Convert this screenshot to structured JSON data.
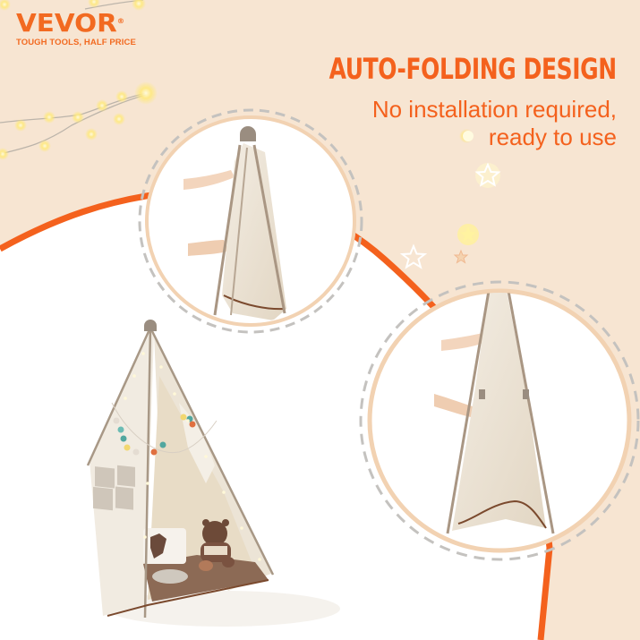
{
  "brand": {
    "name": "VEVOR",
    "registered": "®",
    "tagline": "TOUGH TOOLS, HALF PRICE"
  },
  "headline": {
    "title": "AUTO-FOLDING DESIGN",
    "subtitle_line1": "No installation required,",
    "subtitle_line2": "ready to use"
  },
  "images": {
    "circle_1": "Person unfolding the collapsed teepee tent (top folded)",
    "circle_2": "Person pulling the teepee tent frame open",
    "main": "Fully set-up canvas teepee tent with string lights, pom-pom garland, teddy bear, deer pillow and brown mat"
  },
  "colors": {
    "accent_orange": "#f4611d",
    "background_cream": "#f7e5d2",
    "ring_peach": "#f2d2b2",
    "dash_gray": "#c4c2bf",
    "canvas": "#efe7da"
  }
}
